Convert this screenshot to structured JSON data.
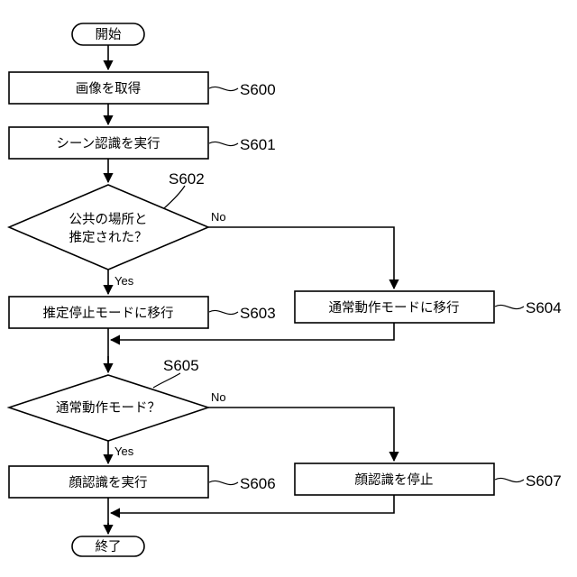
{
  "nodes": {
    "start": "開始",
    "get_image": "画像を取得",
    "scene_recognition": "シーン認識を実行",
    "decision_public_line1": "公共の場所と",
    "decision_public_line2": "推定された？",
    "estimate_stop_mode": "推定停止モードに移行",
    "normal_mode": "通常動作モードに移行",
    "decision_normal": "通常動作モード？",
    "face_recognition_run": "顔認識を実行",
    "face_recognition_stop": "顔認識を停止",
    "end": "終了"
  },
  "steps": {
    "s600": "S600",
    "s601": "S601",
    "s602": "S602",
    "s603": "S603",
    "s604": "S604",
    "s605": "S605",
    "s606": "S606",
    "s607": "S607"
  },
  "branches": {
    "yes": "Yes",
    "no": "No"
  }
}
